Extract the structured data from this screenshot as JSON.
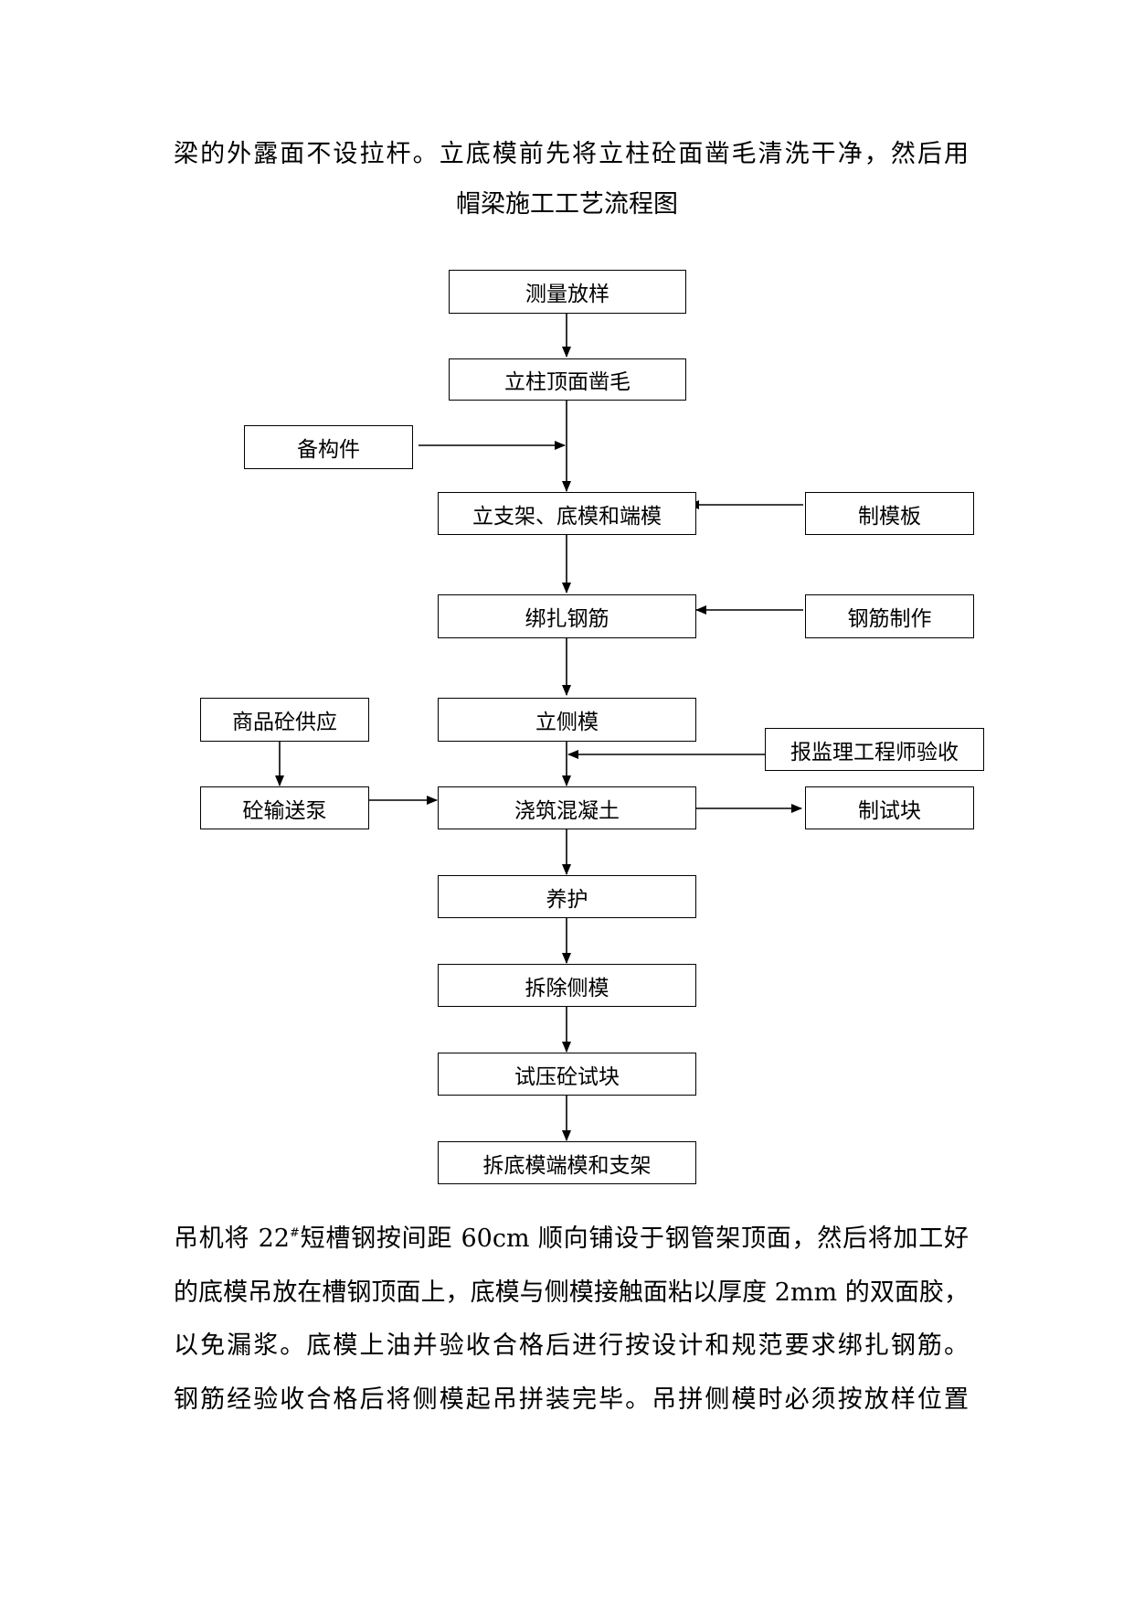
{
  "text_top": "梁的外露面不设拉杆。立底模前先将立柱砼面凿毛清洗干净，然后用",
  "diagram_title": "帽梁施工工艺流程图",
  "nodes": {
    "measure": "测量放样",
    "chisel": "立柱顶面凿毛",
    "prepare": "备构件",
    "formwork": "立支架、底模和端模",
    "make_board": "制模板",
    "bind_rebar": "绑扎钢筋",
    "rebar_make": "钢筋制作",
    "supply": "商品砼供应",
    "side_form": "立侧模",
    "supervisor": "报监理工程师验收",
    "pump": "砼输送泵",
    "pour": "浇筑混凝土",
    "test_block": "制试块",
    "cure": "养护",
    "remove_side": "拆除侧模",
    "press_test": "试压砼试块",
    "remove_bottom": "拆底模端模和支架"
  },
  "body": {
    "line1_a": "吊机将 22",
    "line1_sup": "#",
    "line1_b": "短槽钢按间距 60cm 顺向铺设于钢管架顶面，然后将加工好",
    "line2": "的底模吊放在槽钢顶面上，底模与侧模接触面粘以厚度 2mm 的双面胶，",
    "line3": "以免漏浆。底模上油并验收合格后进行按设计和规范要求绑扎钢筋。",
    "line4": "钢筋经验收合格后将侧模起吊拼装完毕。吊拼侧模时必须按放样位置"
  }
}
